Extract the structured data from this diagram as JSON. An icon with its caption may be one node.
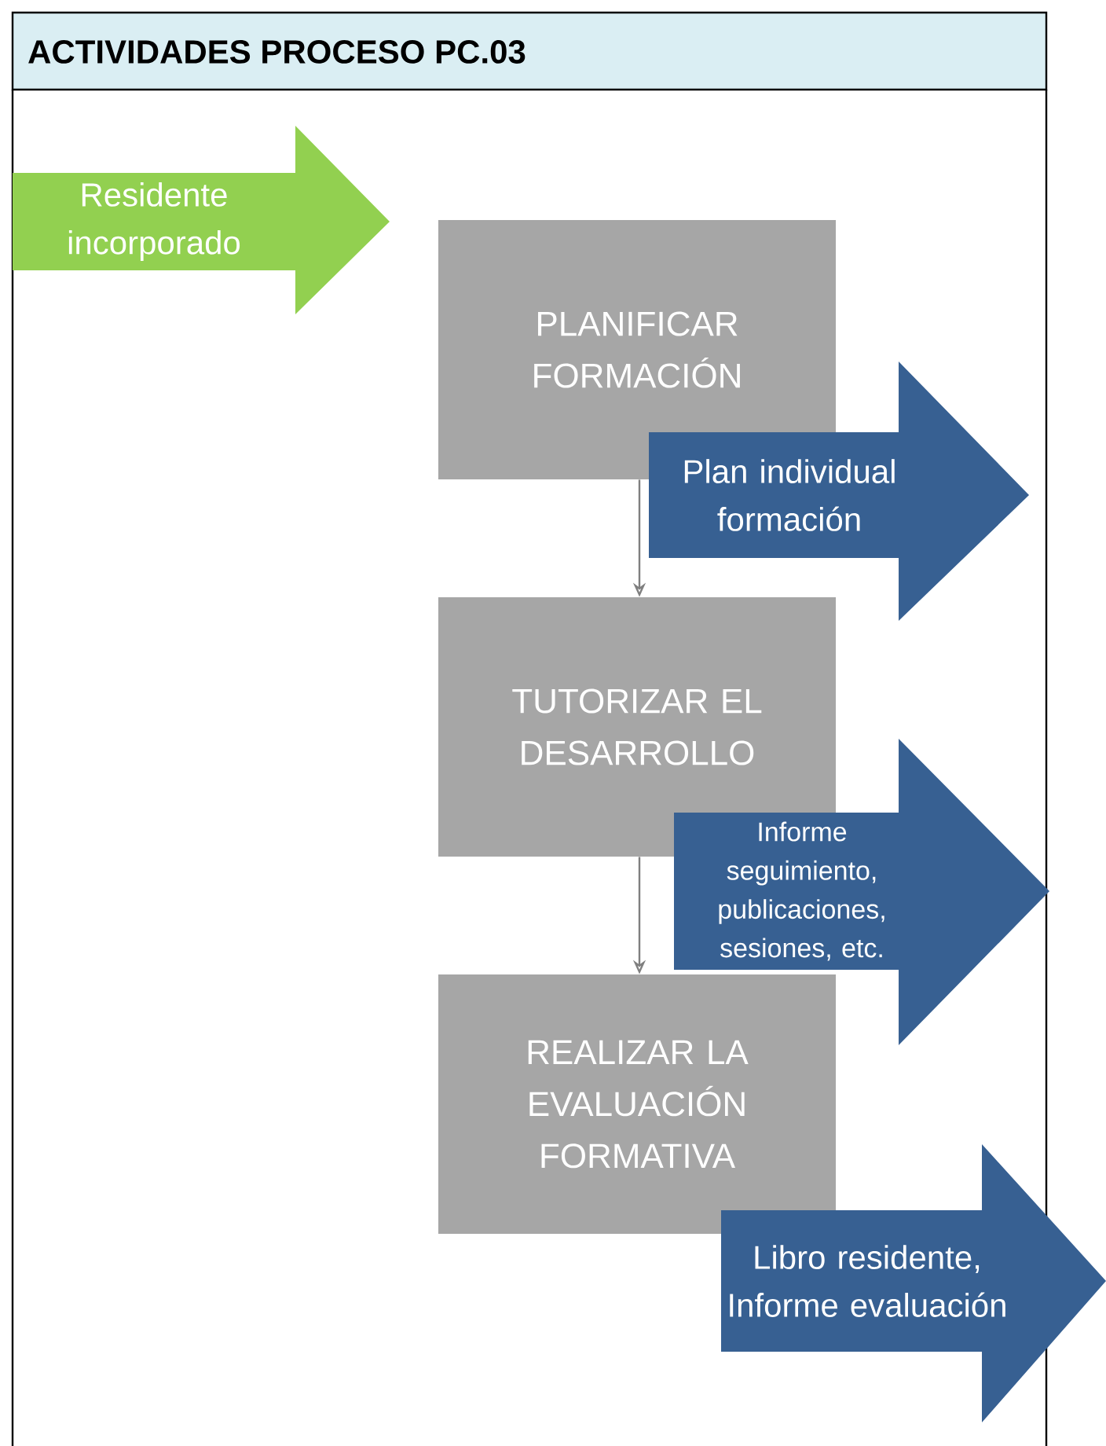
{
  "diagram": {
    "title": "ACTIVIDADES PROCESO PC.03",
    "nodes": [
      {
        "text": [
          "Residente incorporado"
        ]
      },
      {
        "text": [
          "PLANIFICAR FORMACIÓN"
        ]
      },
      {
        "text": [
          "Plan individual formación"
        ]
      },
      {
        "text": [
          "TUTORIZAR EL DESARROLLO"
        ]
      },
      {
        "text": [
          "Informe seguimiento, publicaciones, sesiones, etc."
        ]
      },
      {
        "text": [
          "REALIZAR LA EVALUACIÓN FORMATIVA"
        ]
      },
      {
        "text": [
          "Libro residente, Informe evaluación"
        ]
      }
    ],
    "edges": [
      {
        "from": 1,
        "to": 3,
        "arrow": "to"
      },
      {
        "from": 3,
        "to": 5,
        "arrow": "to"
      }
    ]
  }
}
